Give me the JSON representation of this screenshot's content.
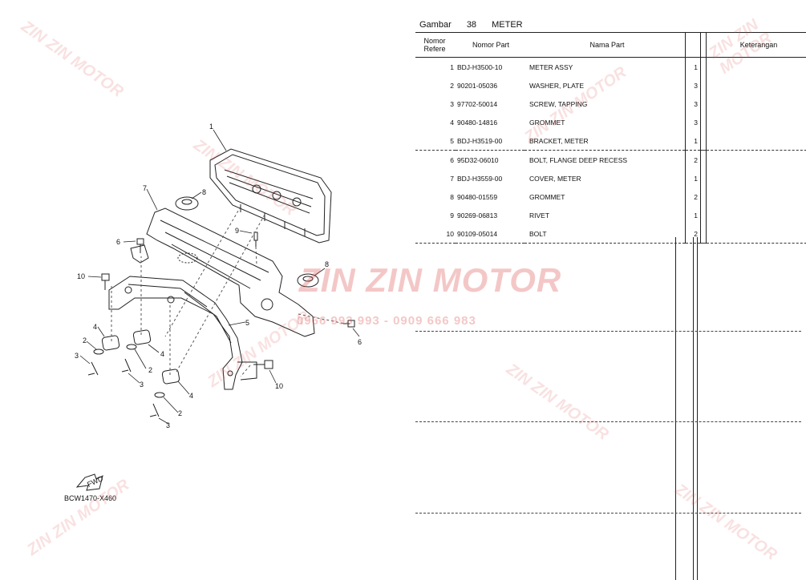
{
  "sheet": {
    "gambar_label": "Gambar",
    "figure_no": "38",
    "figure_name": "METER"
  },
  "table": {
    "headers": {
      "ref": "Nomor Refere",
      "part_no": "Nomor Part",
      "name": "Nama Part",
      "note": "Keterangan"
    },
    "rows": [
      {
        "ref": "1",
        "part_no": "BDJ-H3500-10",
        "name": "METER ASSY",
        "qty": "1",
        "note": ""
      },
      {
        "ref": "2",
        "part_no": "90201-05036",
        "name": "WASHER, PLATE",
        "qty": "3",
        "note": ""
      },
      {
        "ref": "3",
        "part_no": "97702-50014",
        "name": "SCREW, TAPPING",
        "qty": "3",
        "note": ""
      },
      {
        "ref": "4",
        "part_no": "90480-14816",
        "name": "GROMMET",
        "qty": "3",
        "note": ""
      },
      {
        "ref": "5",
        "part_no": "BDJ-H3519-00",
        "name": "BRACKET, METER",
        "qty": "1",
        "note": ""
      },
      {
        "ref": "6",
        "part_no": "95D32-06010",
        "name": "BOLT, FLANGE DEEP RECESS",
        "qty": "2",
        "note": ""
      },
      {
        "ref": "7",
        "part_no": "BDJ-H3559-00",
        "name": "COVER, METER",
        "qty": "1",
        "note": ""
      },
      {
        "ref": "8",
        "part_no": "90480-01559",
        "name": "GROMMET",
        "qty": "2",
        "note": ""
      },
      {
        "ref": "9",
        "part_no": "90269-06813",
        "name": "RIVET",
        "qty": "1",
        "note": ""
      },
      {
        "ref": "10",
        "part_no": "90109-05014",
        "name": "BOLT",
        "qty": "2",
        "note": ""
      }
    ]
  },
  "diagram": {
    "callouts": [
      "1",
      "7",
      "8",
      "9",
      "6",
      "10",
      "8",
      "4",
      "4",
      "2",
      "2",
      "3",
      "5",
      "6",
      "3",
      "10",
      "4",
      "2",
      "3"
    ],
    "fwd_label": "FWD",
    "reference_code": "BCW1470-X460"
  },
  "watermark": {
    "brand": "ZIN ZIN MOTOR",
    "phone": "0966 993 993 - 0909 666 983",
    "color": "#dc5050"
  }
}
